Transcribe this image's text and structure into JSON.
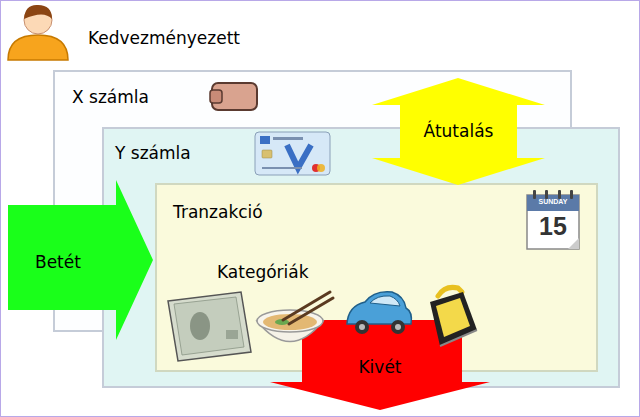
{
  "diagram": {
    "nodes": [
      {
        "text": [
          "X számla"
        ]
      },
      {
        "text": [
          "Y számla"
        ]
      },
      {
        "text": [
          "Tranzakció",
          "Kategóriák"
        ],
        "in": 1
      },
      {
        "text": [
          "Betét"
        ]
      },
      {
        "text": [
          "Átutalás"
        ]
      },
      {
        "text": [
          "Kivét"
        ]
      }
    ],
    "labels": [
      "Kedvezményezett",
      "SUNDAY",
      "15"
    ]
  }
}
